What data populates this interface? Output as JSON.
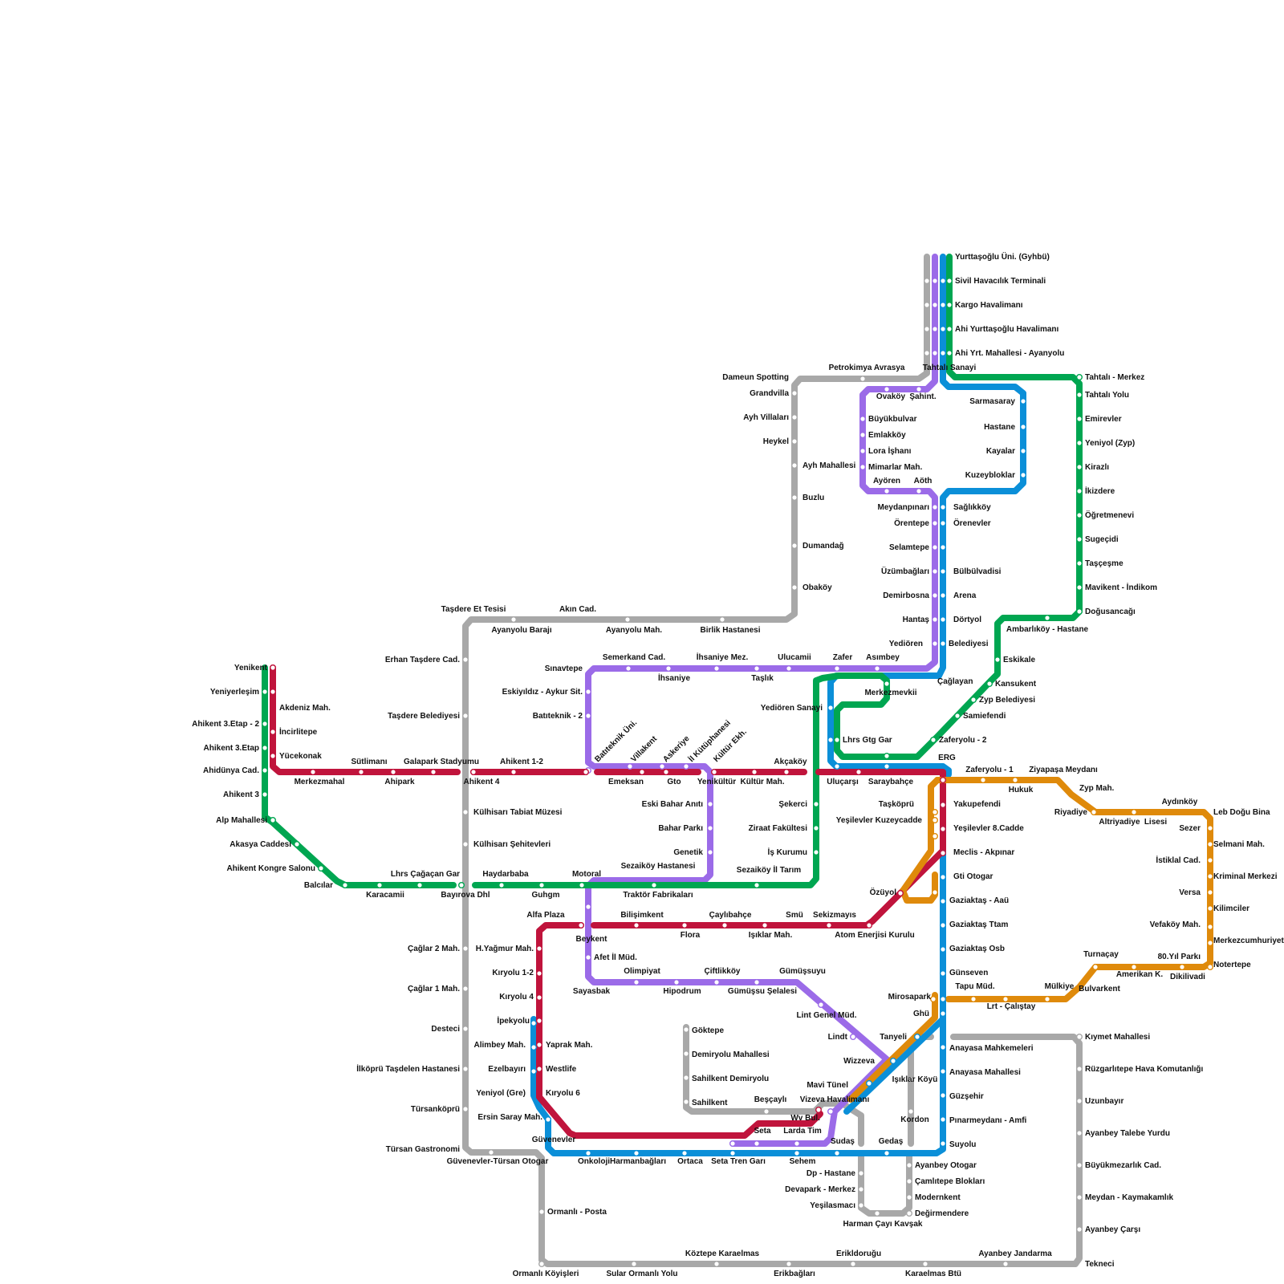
{
  "colors": {
    "gray": "#a8a8a8",
    "red": "#c0143c",
    "green": "#00a651",
    "purple": "#9b6be8",
    "blue": "#0b8fd8",
    "orange": "#df8a0b"
  },
  "labels": {
    "yurttasoglu_uni": "Yurttaşoğlu Üni. (Gyhbü)",
    "sivil_havacilik": "Sivil Havacılık Terminali",
    "kargo_havalimani": "Kargo Havalimanı",
    "ahi_yurttasoglu_havalimani": "Ahi Yurttaşoğlu Havalimanı",
    "ahi_yrt_mahallesi": "Ahi Yrt. Mahallesi - Ayanyolu",
    "tahtali_sanayi": "Tahtalı Sanayi",
    "dameun_spotting": "Dameun Spotting",
    "petrokimya_avrasya": "Petrokimya Avrasya",
    "grandvilla": "Grandvilla",
    "ovakoy": "Ovaköy",
    "sahint": "Şahint.",
    "ayh_villalari": "Ayh Villaları",
    "heykel": "Heykel",
    "ayh_mahallesi": "Ayh Mahallesi",
    "buzlu": "Buzlu",
    "dumandag": "Dumandağ",
    "obakoy": "Obaköy",
    "buyukbulvar": "Büyükbulvar",
    "emlakkoy": "Emlakköy",
    "lora_ishani": "Lora İşhanı",
    "mimarlar_mah": "Mimarlar Mah.",
    "ayoren": "Ayören",
    "aoth": "Aöth",
    "sarmasaray": "Sarmasaray",
    "hastane": "Hastane",
    "kayalar": "Kayalar",
    "kuzeybloklar": "Kuzeybloklar",
    "tahtali_merkez": "Tahtalı - Merkez",
    "tahtali_yolu": "Tahtalı Yolu",
    "emirevler": "Emirevler",
    "yeniyol_zyp": "Yeniyol (Zyp)",
    "kirazli": "Kirazlı",
    "ikizdere": "İkizdere",
    "ogretmenevi": "Öğretmenevi",
    "sugecidi": "Sugeçidi",
    "tascesme": "Taşçeşme",
    "mavikent_indikom": "Mavikent - İndikom",
    "dogusancagi": "Doğusancağı",
    "ambarlikoy_hastane": "Ambarlıköy - Hastane",
    "meydanpinari": "Meydanpınarı",
    "orentepe": "Örentepe",
    "selamtepe": "Selamtepe",
    "uzumbaglari": "Üzümbağları",
    "demirbosna": "Demirbosna",
    "hantas": "Hantaş",
    "yedioren": "Yediören",
    "saglikkoy": "Sağlıkköy",
    "orenevler": "Örenevler",
    "bulbulvadisi": "Bülbülvadisi",
    "arena": "Arena",
    "dortyol": "Dörtyol",
    "belediyesi": "Belediyesi",
    "cağlayan": "Çağlayan",
    "eskikale": "Eskikale",
    "kansukent": "Kansukent",
    "zyp_belediyesi": "Zyp Belediyesi",
    "samiefendi": "Samiefendi",
    "zaferyolu_2": "Zaferyolu - 2",
    "tasdere_et_tesisi": "Taşdere Et Tesisi",
    "akin_cad": "Akın Cad.",
    "ayanyolu_baraji": "Ayanyolu Barajı",
    "ayanyolu_mah": "Ayanyolu Mah.",
    "birlik_hastanesi": "Birlik Hastanesi",
    "erhan_tasdere_cad": "Erhan Taşdere Cad.",
    "tasdere_belediyesi": "Taşdere Belediyesi",
    "sinavtepe": "Sınavtepe",
    "semerkand_cad": "Semerkand Cad.",
    "ihsaniye": "İhsaniye",
    "ihsaniye_mez": "İhsaniye Mez.",
    "taslik": "Taşlık",
    "ulucamii": "Ulucamii",
    "zafer": "Zafer",
    "asimbey": "Asımbey",
    "eskiyildiz": "Eskiyıldız - Aykur Sit.",
    "batiteknik_2": "Batıteknik - 2",
    "merkezmevkii": "Merkezmevkii",
    "yedioren_sanayi": "Yediören Sanayi",
    "lhrs_gtg_gar": "Lhrs Gtg Gar",
    "yenikent": "Yenikent",
    "yeniyerlesim": "Yeniyerleşim",
    "akdeniz_mah": "Akdeniz Mah.",
    "incirlitepe": "İncirlitepe",
    "ahikent_3etap_2": "Ahikent 3.Etap - 2",
    "ahikent_3etap": "Ahikent 3.Etap",
    "yucekonak": "Yücekonak",
    "ahidunya_cad": "Ahidünya Cad.",
    "sutlimani": "Sütlimanı",
    "galapark_stadyumu": "Galapark Stadyumu",
    "merkezmahal": "Merkezmahal",
    "ahipark": "Ahipark",
    "ahikent_4": "Ahikent 4",
    "ahikent_1_2": "Ahikent 1-2",
    "batiteknik_uni": "Batıteknik Üni.",
    "villakent": "Villakent",
    "askeriye": "Askeriye",
    "il_kutuphanesi": "İl Kütüphanesi",
    "kultur_ekh": "Kültür Ekh.",
    "emeksan": "Emeksan",
    "gto": "Gto",
    "yenikultur": "Yenikültür",
    "kultur_mah": "Kültür Mah.",
    "akcakoy": "Akçaköy",
    "ulucarsi": "Uluçarşı",
    "saraybahce": "Saraybahçe",
    "erg": "ERG",
    "zaferyolu_1": "Zaferyolu - 1",
    "hukuk": "Hukuk",
    "ziyapasa_meydani": "Ziyapaşa Meydanı",
    "zyp_mah": "Zyp Mah.",
    "ahikent_3": "Ahikent 3",
    "alp_mahallesi": "Alp Mahallesi",
    "akasya_caddesi": "Akasya Caddesi",
    "ahikent_kongre": "Ahikent Kongre Salonu",
    "balcilar": "Balcılar",
    "karacamii": "Karacamii",
    "lhrs_cagacan_gar": "Lhrs Çağaçan Gar",
    "bayirova_dhl": "Bayırova Dhl",
    "haydarbaba": "Haydarbaba",
    "guhgm": "Guhgm",
    "motoral": "Motoral",
    "kulhisari_tabiat": "Külhisarı Tabiat Müzesi",
    "kulhisari_sehitevleri": "Külhisarı Şehitevleri",
    "eski_bahar_aniti": "Eski Bahar Anıtı",
    "bahar_parki": "Bahar Parkı",
    "genetik": "Genetik",
    "sezaikoy_hastanesi": "Sezaiköy Hastanesi",
    "traktor_fabrikalari": "Traktör Fabrikaları",
    "sezaikoy_il_tarim": "Sezaiköy İl Tarım",
    "sekerci": "Şekerci",
    "ziraat_fakultesi": "Ziraat Fakültesi",
    "is_kurumu": "İş Kurumu",
    "taskopru": "Taşköprü",
    "yesilevler_kuzeycadde": "Yeşilevler Kuzeycadde",
    "yakupefendi": "Yakupefendi",
    "yesilevler_8": "Yeşilevler 8.Cadde",
    "meclis_akpinar": "Meclis - Akpınar",
    "riyadiye": "Riyadiye",
    "altriyadiye": "Altriyadiye",
    "lisesi": "Lisesi",
    "aydinkoy": "Aydınköy",
    "leb_dogu_bina": "Leb Doğu Bina",
    "sezer": "Sezer",
    "selmani_mah": "Selmani Mah.",
    "istiklal_cad": "İstiklal Cad.",
    "kriminal_merkezi": "Kriminal Merkezi",
    "versa": "Versa",
    "kilimciler": "Kilimciler",
    "vefakoy_mah": "Vefaköy Mah.",
    "merkezcumhuriyet": "Merkezcumhuriyet",
    "yil_80_parki": "80.Yıl Parkı",
    "notertepe": "Notertepe",
    "dikilivadi": "Dikilivadi",
    "turnacay": "Turnaçay",
    "amerikan_k": "Amerikan K.",
    "mulkiye": "Mülkiye",
    "bulvarkent": "Bulvarkent",
    "gti_otogar": "Gti Otogar",
    "ozuyol": "Özüyol",
    "gaziaktas_aau": "Gaziaktaş - Aaü",
    "gaziaktas_ttam": "Gaziaktaş Ttam",
    "gaziaktas_osb": "Gaziaktaş Osb",
    "gunseven": "Günseven",
    "mirosapark": "Mirosapark",
    "tapu_mud": "Tapu Müd.",
    "lrt_calistay": "Lrt - Çalıştay",
    "ghu": "Ghü",
    "alfa_plaza": "Alfa Plaza",
    "bilisimkent": "Bilişimkent",
    "caylibahce": "Çaylıbahçe",
    "smu": "Smü",
    "sekizmayis": "Sekizmayıs",
    "flora": "Flora",
    "isiklar_mah": "Işıklar Mah.",
    "atom_enerjisi": "Atom Enerjisi Kurulu",
    "beykent": "Beykent",
    "afet_il_mud": "Afet İl Müd.",
    "olimpiyat": "Olimpiyat",
    "ciftlikkoy": "Çiftlikköy",
    "gumussuyu": "Gümüşsuyu",
    "sayasbak": "Sayasbak",
    "hipodrum": "Hipodrum",
    "gumussu_selalesi": "Gümüşsu Şelalesi",
    "lint_genel_mud": "Lint Genel Müd.",
    "lindt": "Lindt",
    "tanyeli": "Tanyeli",
    "wizzeva": "Wizzeva",
    "isiklar_koyu": "Işıklar Köyü",
    "mavi_tunel": "Mavi Tünel",
    "vizeva_havalimani": "Vizeva Havalimanı",
    "wv_bul": "Wv Bul.",
    "besçayli": "Beşçaylı",
    "seta": "Seta",
    "larda_tim": "Larda Tim",
    "sudas": "Sudaş",
    "gedas": "Gedaş",
    "kordon": "Kordon",
    "caglar_2": "Çağlar 2 Mah.",
    "caglar_1": "Çağlar 1 Mah.",
    "desteci": "Desteci",
    "ilkopru": "İlköprü Taşdelen Hastanesi",
    "tursankopru": "Türsanköprü",
    "tursan_gastronomi": "Türsan Gastronomi",
    "guvenevler_tursan_otogar": "Güvenevler-Türsan Otogar",
    "h_yagmur_mah": "H.Yağmur Mah.",
    "kiryolu_1_2": "Kıryolu 1-2",
    "kiryolu_4": "Kıryolu 4",
    "ipekyolu": "İpekyolu",
    "yaprak_mah": "Yaprak Mah.",
    "westlife": "Westlife",
    "kiryolu_6": "Kıryolu 6",
    "alimbey_mah": "Alimbey Mah.",
    "ezelbayiri": "Ezelbayırı",
    "yeniyol_gre": "Yeniyol (Gre)",
    "ersin_saray_mah": "Ersin Saray Mah.",
    "guvenevler": "Güvenevler",
    "onkoloji": "Onkoloji",
    "harmanbaglari": "Harmanbağları",
    "ortaca": "Ortaca",
    "seta_tren_gari": "Seta Tren Garı",
    "sehem": "Sehem",
    "goktepe": "Göktepe",
    "demiryolu_mahallesi": "Demiryolu Mahallesi",
    "sahilkent_demiryolu": "Sahilkent Demiryolu",
    "sahilkent": "Sahilkent",
    "anayasa_mahkemeleri": "Anayasa Mahkemeleri",
    "anayasa_mahallesi": "Anayasa Mahallesi",
    "guzsehir": "Güzşehir",
    "pinarmeydani": "Pınarmeydanı - Amfi",
    "suyolu": "Suyolu",
    "kiymet_mahallesi": "Kıymet Mahallesi",
    "ruzgarlitepe": "Rüzgarlıtepe Hava Komutanlığı",
    "uzunbayir": "Uzunbayır",
    "ayanbey_talebe": "Ayanbey Talebe Yurdu",
    "buyukmezarlik": "Büyükmezarlık Cad.",
    "meydan_kaymakamlik": "Meydan - Kaymakamlık",
    "ayanbey_carsi": "Ayanbey Çarşı",
    "tekneci": "Tekneci",
    "ayanbey_otogar": "Ayanbey Otogar",
    "camlitepe": "Çamlıtepe Blokları",
    "modernkent": "Modernkent",
    "degirmendere": "Değirmendere",
    "dp_hastane": "Dp - Hastane",
    "devapark": "Devapark - Merkez",
    "yesilasmaci": "Yeşilasmacı",
    "harman_cayi": "Harman Çayı Kavşak",
    "ormanli_posta": "Ormanlı - Posta",
    "ormanli_koyisleri": "Ormanlı Köyişleri",
    "sular_ormanli": "Sular Ormanlı Yolu",
    "koztepe": "Köztepe Karaelmas",
    "erikbaglari": "Erikbağları",
    "erikildorugu": "Erikldoruğu",
    "karaelmas_btu": "Karaelmas Btü",
    "ayanbey_jandarma": "Ayanbey Jandarma"
  }
}
